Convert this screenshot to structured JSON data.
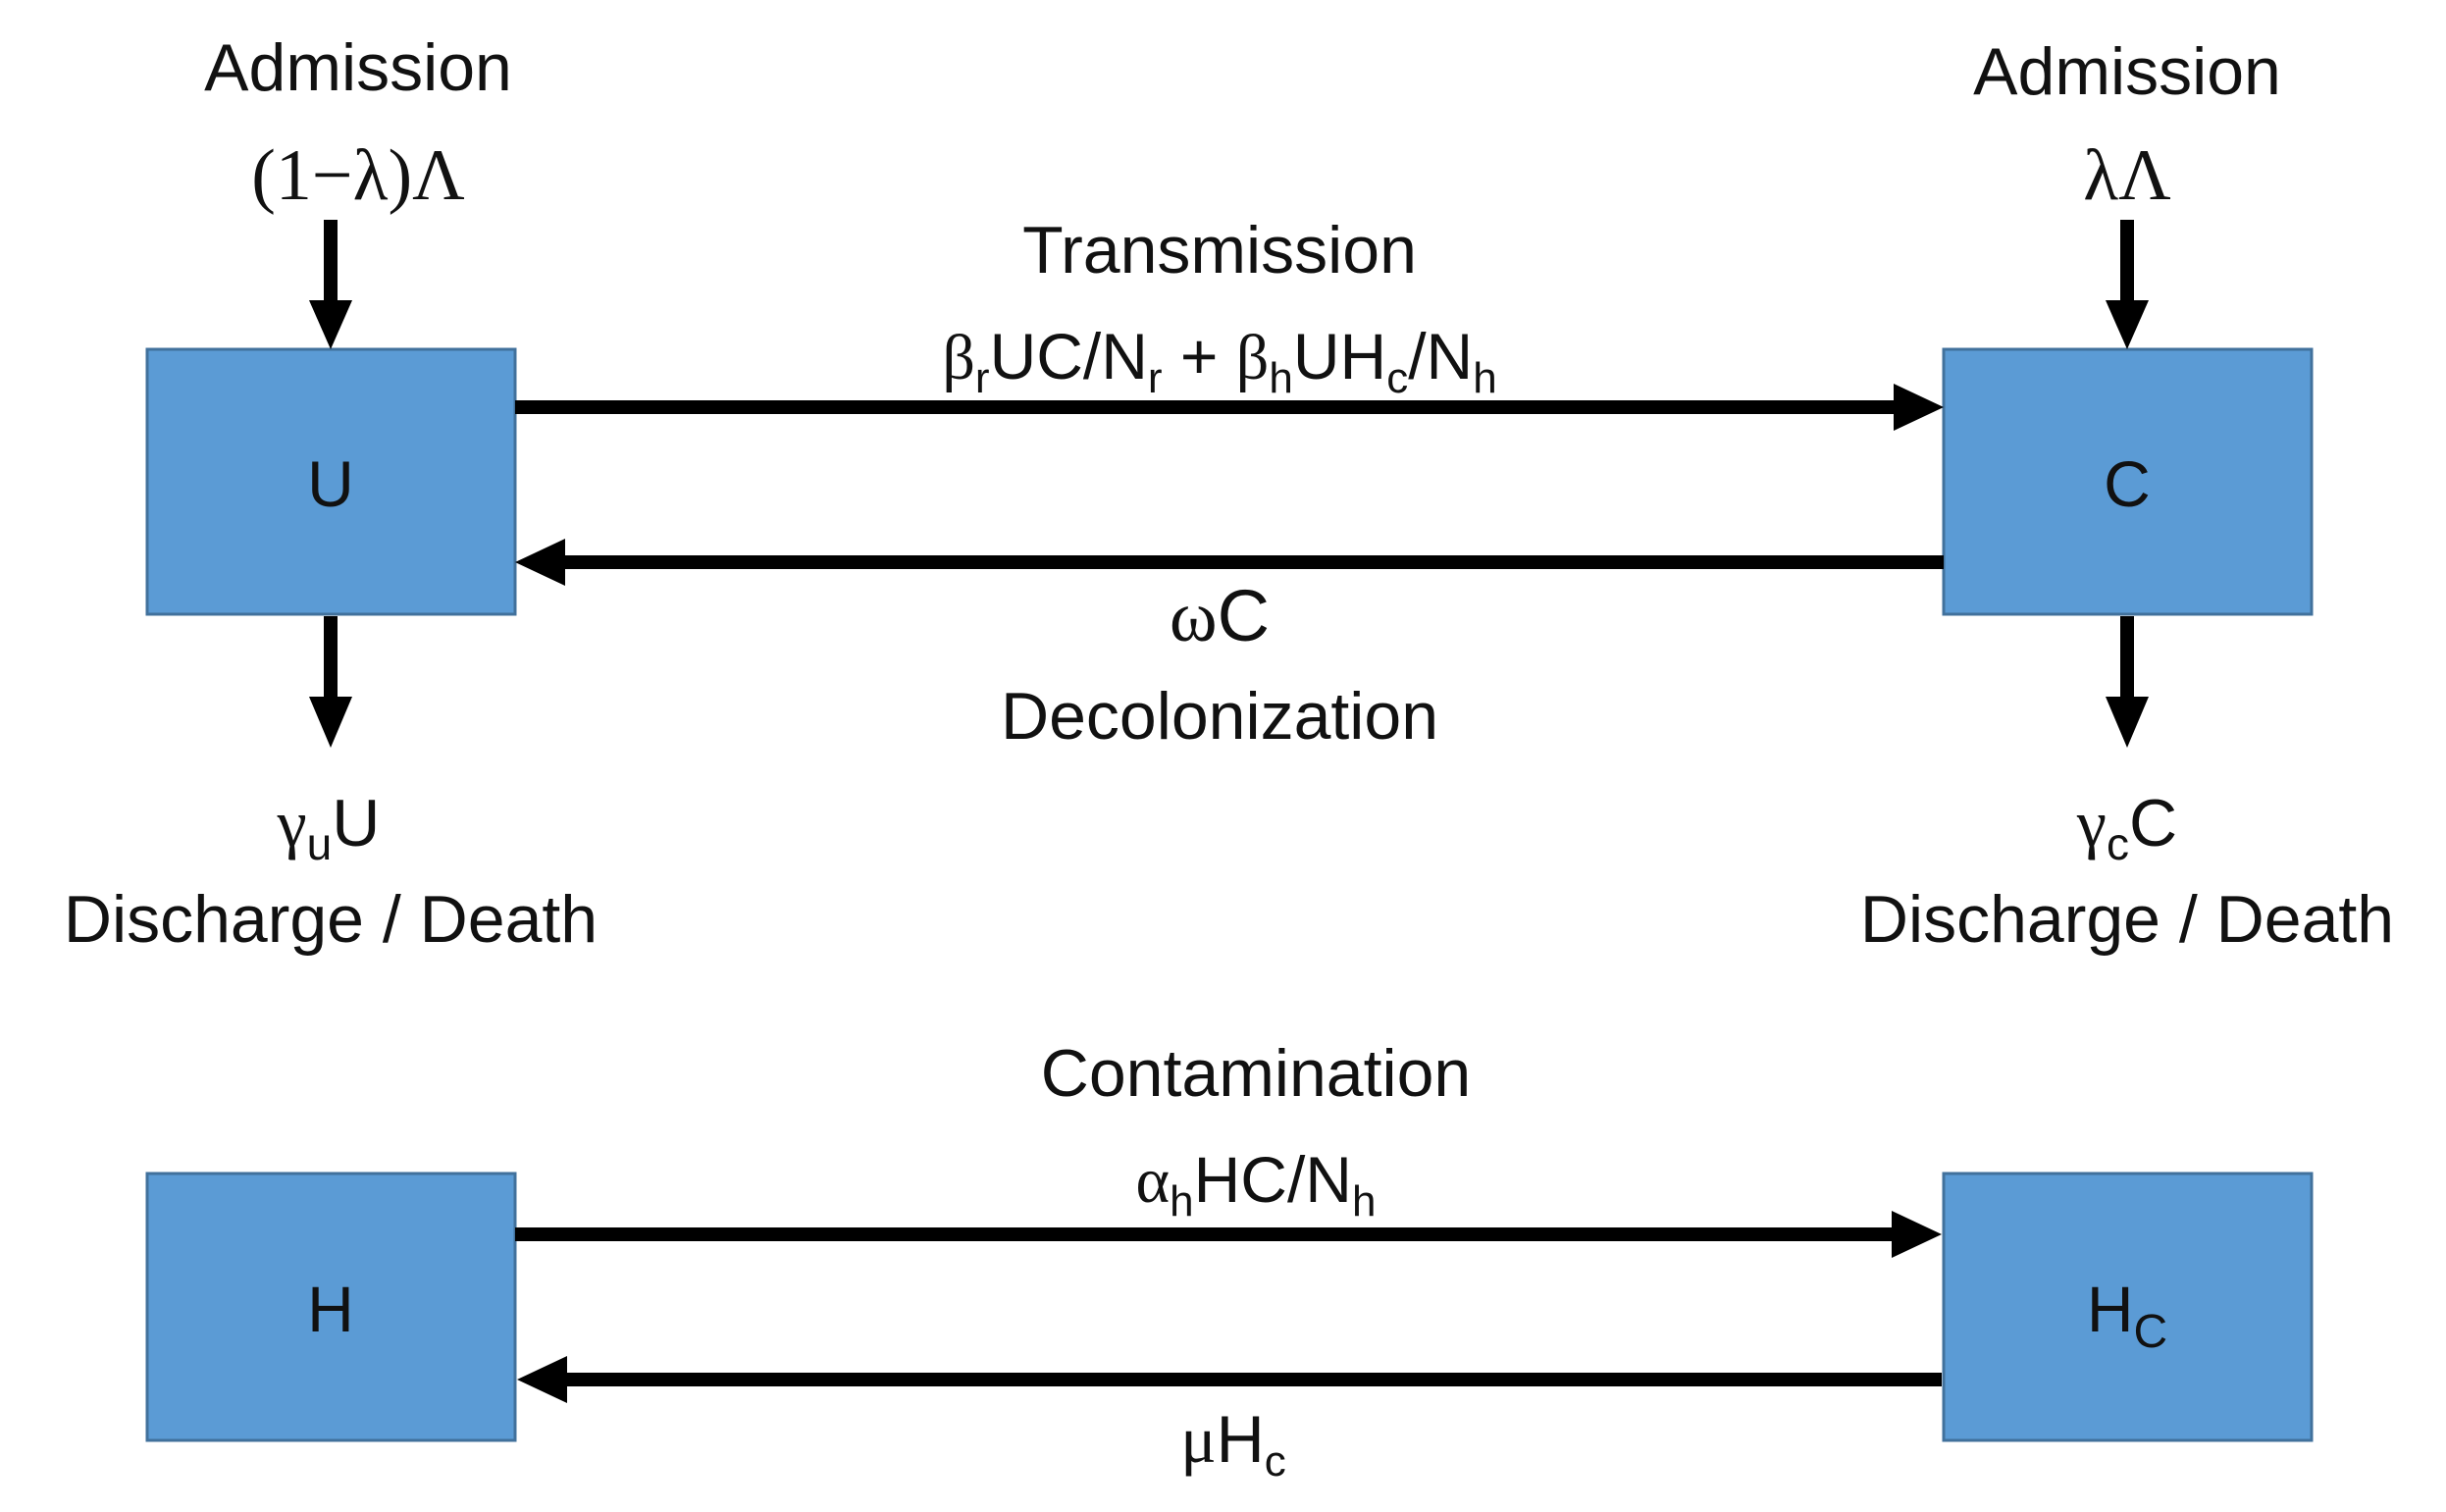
{
  "colors": {
    "box_fill": "#5b9bd5",
    "box_stroke": "#41719c",
    "arrow": "#000000",
    "text": "#111111"
  },
  "compartments": {
    "u": {
      "label": "U"
    },
    "c": {
      "label": "C"
    },
    "h": {
      "label": "H"
    },
    "hc": {
      "label": "H",
      "label_sub": "C"
    }
  },
  "admission_u": {
    "title": "Admission",
    "rate": "(1−λ)Λ"
  },
  "admission_c": {
    "title": "Admission",
    "rate": "λΛ"
  },
  "transmission": {
    "title": "Transmission",
    "beta1": "β",
    "sub1": "r",
    "mid1": "UC/N",
    "sub2": "r",
    "plus": " + ",
    "beta2": "β",
    "sub3": "h",
    "mid2": "UH",
    "sub4": "c",
    "mid3": "/N",
    "sub5": "h"
  },
  "decolonization": {
    "rate_sym": "ω",
    "rate_var": "C",
    "title": "Decolonization"
  },
  "discharge_u": {
    "sym": "γ",
    "sub": "u",
    "var": "U",
    "title": "Discharge / Death"
  },
  "discharge_c": {
    "sym": "γ",
    "sub": "c",
    "var": "C",
    "title": "Discharge / Death"
  },
  "contamination": {
    "title": "Contamination",
    "sym": "α",
    "sub1": "h",
    "mid": "HC/N",
    "sub2": "h"
  },
  "decontamination": {
    "sym": "μ",
    "var": "H",
    "sub": "c"
  }
}
